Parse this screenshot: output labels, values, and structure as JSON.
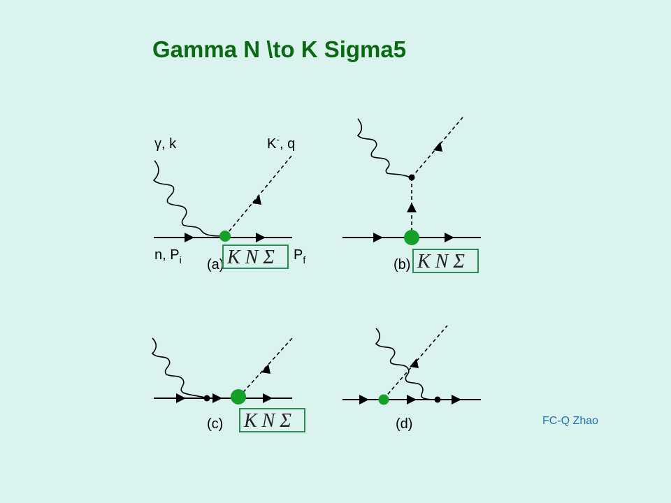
{
  "title": "Gamma N \\to K Sigma5",
  "credit": "FC-Q Zhao",
  "diagram_a": {
    "photon": "γ, k",
    "kaon": "K",
    "kaon_sup": "-",
    "kaon_rest": ", q",
    "nucleon_in": "n, P",
    "nucleon_in_sub": "i",
    "nucleon_out": "P",
    "nucleon_out_sub": "f",
    "label": "(a)",
    "vertex_label": "K N Σ"
  },
  "diagram_b": {
    "label": "(b)",
    "vertex_label": "K N Σ"
  },
  "diagram_c": {
    "label": "(c)",
    "vertex_label": "K N Σ"
  },
  "diagram_d": {
    "label": "(d)"
  },
  "colors": {
    "vertex_green": "#15a02a",
    "box_border": "#2e8b57",
    "title": "#0a6a12"
  }
}
